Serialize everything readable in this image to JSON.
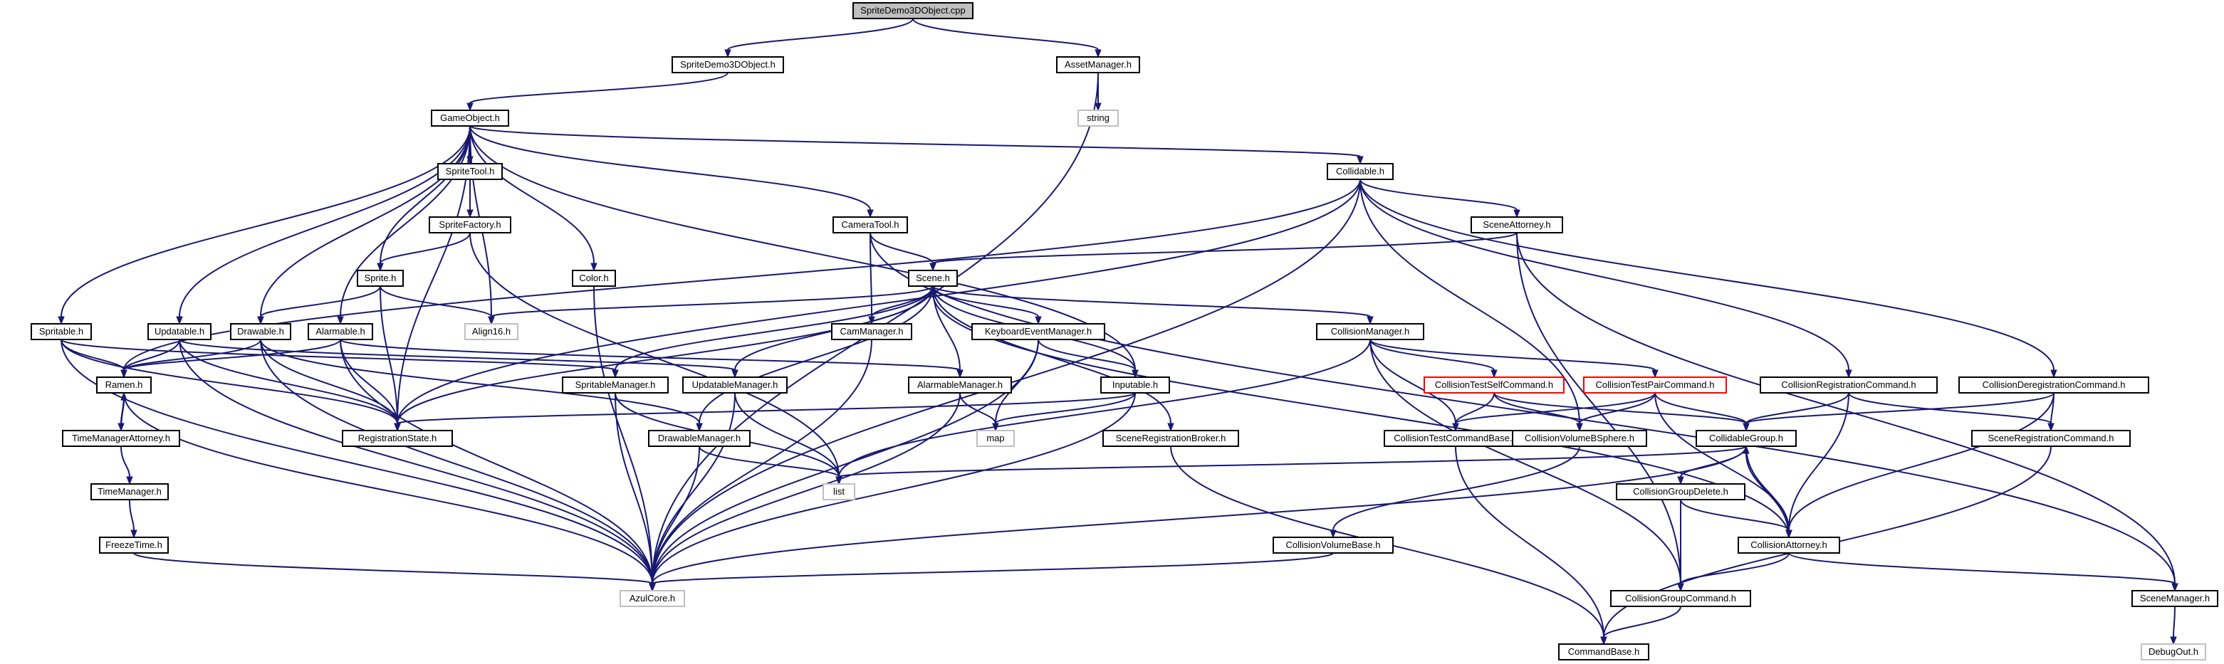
{
  "nodes": {
    "root": "SpriteDemo3DObject.cpp",
    "sprite_demo_h": "SpriteDemo3DObject.h",
    "asset_manager": "AssetManager.h",
    "string": "string",
    "game_object": "GameObject.h",
    "sprite_tool": "SpriteTool.h",
    "collidable": "Collidable.h",
    "sprite_factory": "SpriteFactory.h",
    "camera_tool": "CameraTool.h",
    "scene_attorney": "SceneAttorney.h",
    "sprite": "Sprite.h",
    "color": "Color.h",
    "scene": "Scene.h",
    "spritable": "Spritable.h",
    "updatable": "Updatable.h",
    "drawable": "Drawable.h",
    "alarmable": "Alarmable.h",
    "align16": "Align16.h",
    "cam_manager": "CamManager.h",
    "keyboard_event_manager": "KeyboardEventManager.h",
    "collision_manager": "CollisionManager.h",
    "ramen": "Ramen.h",
    "spritable_manager": "SpritableManager.h",
    "updatable_manager": "UpdatableManager.h",
    "alarmable_manager": "AlarmableManager.h",
    "inputable": "Inputable.h",
    "collision_test_self_command": "CollisionTestSelfCommand.h",
    "collision_test_pair_command": "CollisionTestPairCommand.h",
    "collision_registration_command": "CollisionRegistrationCommand.h",
    "collision_deregistration_command": "CollisionDeregistrationCommand.h",
    "time_manager_attorney": "TimeManagerAttorney.h",
    "registration_state": "RegistrationState.h",
    "drawable_manager": "DrawableManager.h",
    "map": "map",
    "scene_registration_broker": "SceneRegistrationBroker.h",
    "collision_test_command_base": "CollisionTestCommandBase.h",
    "collision_volume_bsphere": "CollisionVolumeBSphere.h",
    "collidable_group": "CollidableGroup.h",
    "scene_registration_command": "SceneRegistrationCommand.h",
    "time_manager": "TimeManager.h",
    "list": "list",
    "collision_group_delete": "CollisionGroupDelete.h",
    "freeze_time": "FreezeTime.h",
    "collision_volume_base": "CollisionVolumeBase.h",
    "collision_attorney": "CollisionAttorney.h",
    "azul_core": "AzulCore.h",
    "collision_group_command": "CollisionGroupCommand.h",
    "scene_manager": "SceneManager.h",
    "command_base": "CommandBase.h",
    "debug_out": "DebugOut.h"
  },
  "colors": {
    "edge": "#191970",
    "node_border": "#000000",
    "root_fill": "#bfbfbf",
    "highlight_border": "#ff0000",
    "system_header_border": "#bfbfbf"
  }
}
